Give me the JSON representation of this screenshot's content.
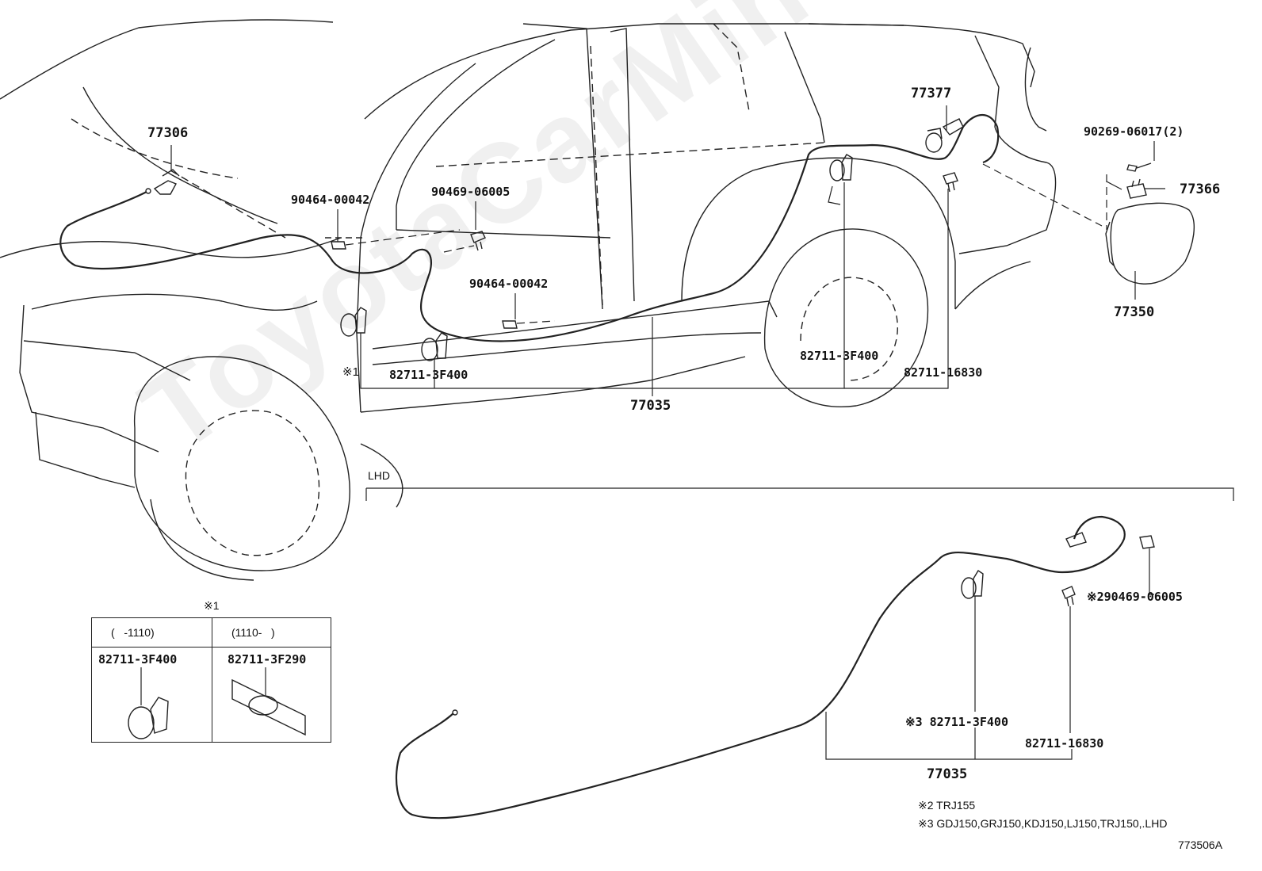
{
  "labels": {
    "p77306": "77306",
    "p77377": "77377",
    "p90269": "90269-06017(2)",
    "p77366": "77366",
    "p77350": "77350",
    "p90464a": "90464-00042",
    "p90469": "90469-06005",
    "p90464b": "90464-00042",
    "p82711_3F400_a": "82711-3F400",
    "p82711_3F400_b": "82711-3F400",
    "p82711_16830_a": "82711-16830",
    "p77035_a": "77035",
    "mark1": "※1",
    "lhd": "LHD",
    "p290469": "※290469-06005",
    "p3_82711": "※3 82711-3F400",
    "p82711_16830_b": "82711-16830",
    "p77035_b": "77035"
  },
  "table": {
    "caption": "※1",
    "col1_header": "(   -1110)",
    "col2_header": "(1110-   )",
    "col1_part": "82711-3F400",
    "col2_part": "82711-3F290"
  },
  "notes": {
    "n2": "※2 TRJ155",
    "n3": "※3 GDJ150,GRJ150,KDJ150,LJ150,TRJ150,.LHD",
    "code": "773506A"
  },
  "watermark": "ToyotaCarMiner.ru"
}
